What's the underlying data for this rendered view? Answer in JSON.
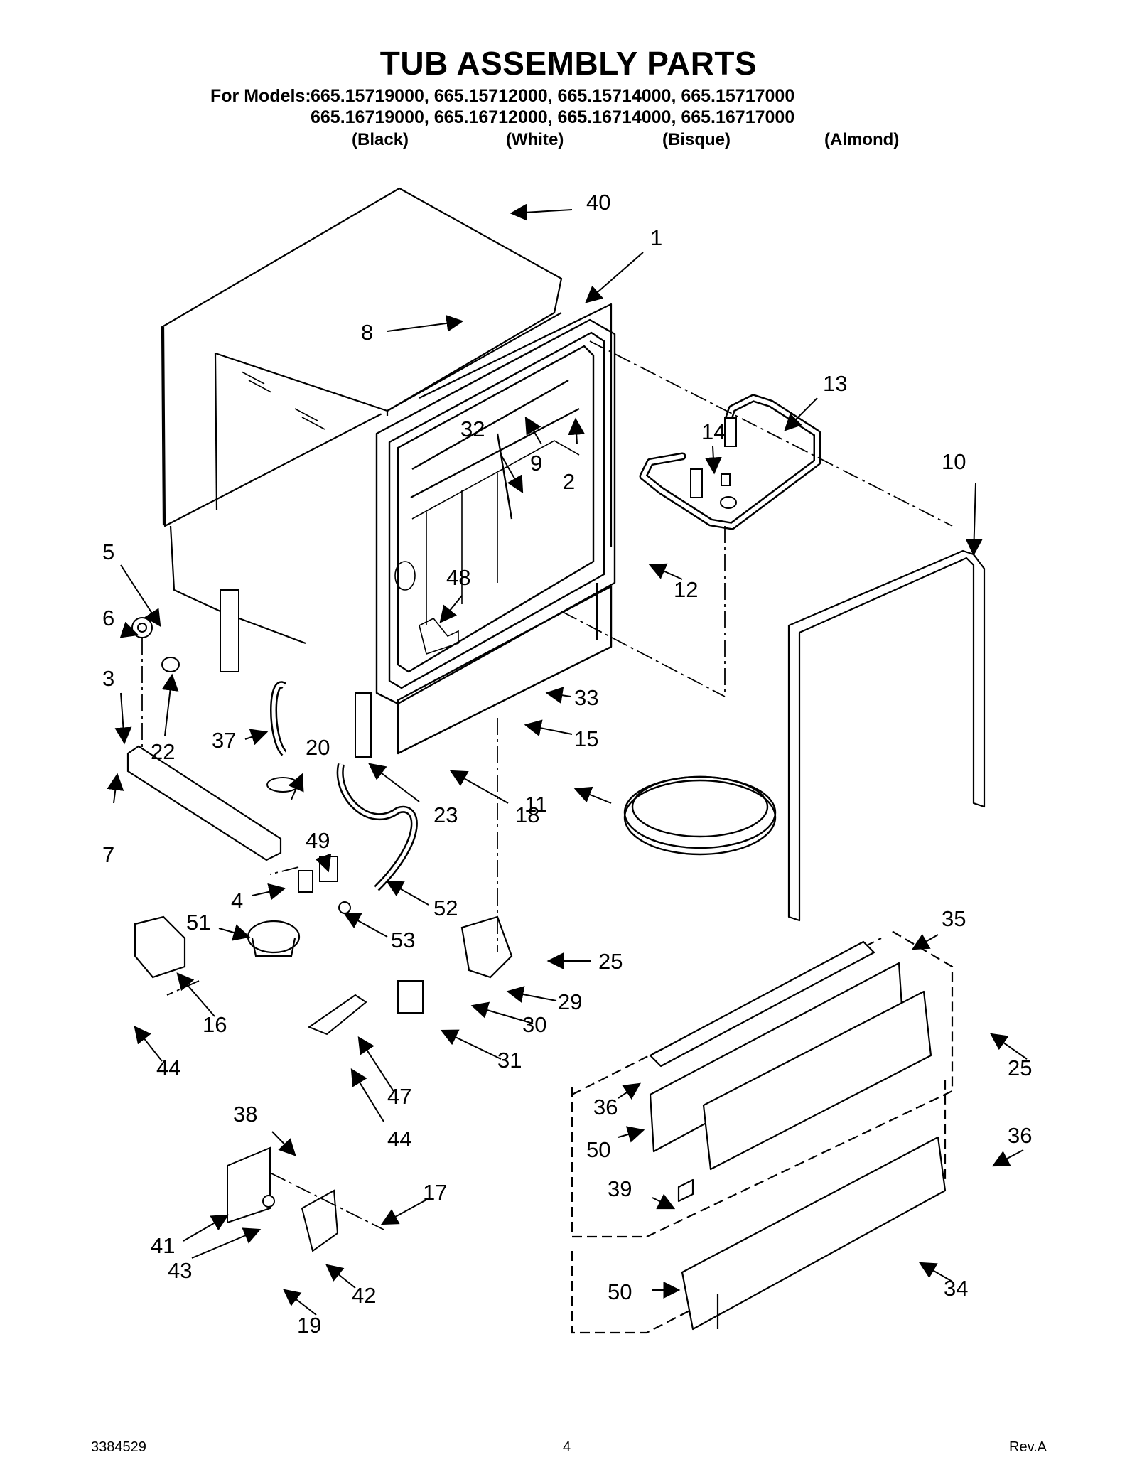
{
  "title": "TUB ASSEMBLY PARTS",
  "models": {
    "prefix": "For Models:",
    "row1": "665.15719000, 665.15712000, 665.15714000, 665.15717000",
    "row2": "665.16719000, 665.16712000, 665.16714000, 665.16717000",
    "colors": [
      "(Black)",
      "(White)",
      "(Bisque)",
      "(Almond)"
    ]
  },
  "callouts": [
    "40",
    "1",
    "8",
    "13",
    "14",
    "32",
    "9",
    "2",
    "10",
    "5",
    "6",
    "3",
    "12",
    "48",
    "22",
    "37",
    "20",
    "33",
    "15",
    "7",
    "23",
    "18",
    "11",
    "49",
    "4",
    "52",
    "53",
    "51",
    "25",
    "29",
    "35",
    "16",
    "44",
    "30",
    "31",
    "47",
    "25",
    "36",
    "38",
    "44",
    "50",
    "17",
    "36",
    "39",
    "41",
    "43",
    "42",
    "19",
    "50",
    "34"
  ],
  "footer": {
    "doc_number": "3384529",
    "page": "4",
    "revision": "Rev.A"
  }
}
